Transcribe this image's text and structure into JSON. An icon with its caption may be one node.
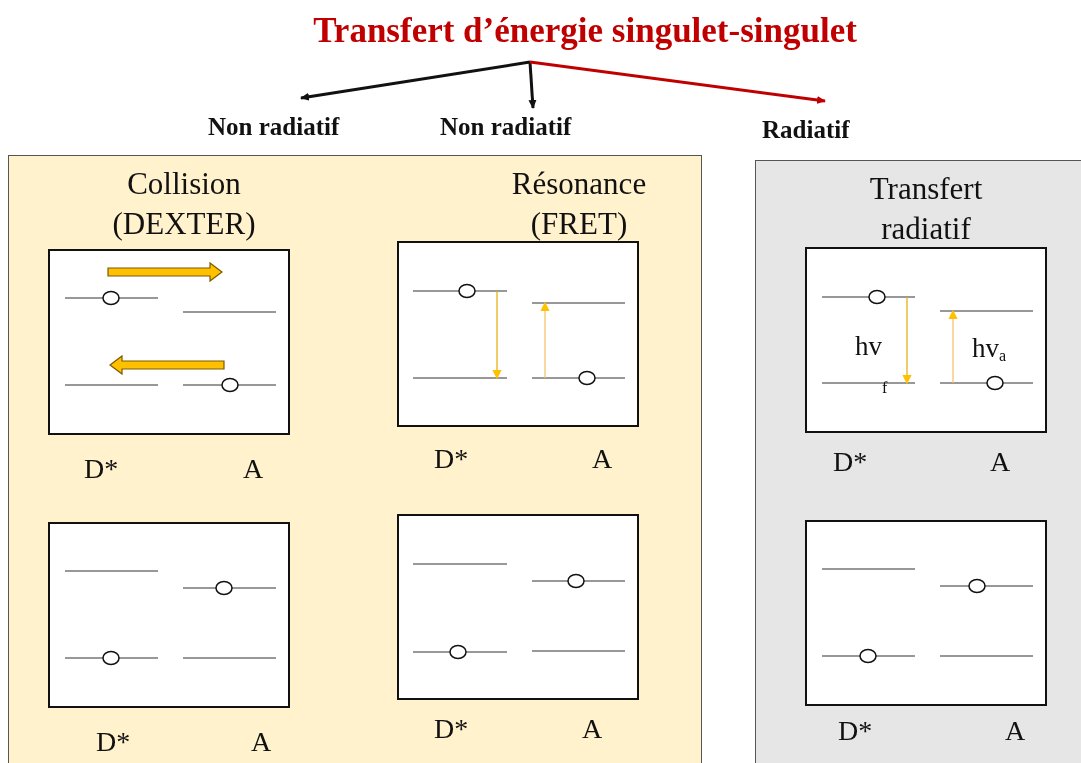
{
  "diagram": {
    "nodes": [
      {
        "text": [
          "Transfert d’énergie singulet-singulet"
        ]
      },
      {
        "text": [
          "Non radiatif"
        ]
      },
      {
        "text": [
          "Non radiatif"
        ]
      },
      {
        "text": [
          "Radiatif"
        ]
      },
      {
        "text": [
          "Collision (DEXTER)",
          "Résonance (FRET)"
        ]
      },
      {
        "text": [
          "Transfert radiatif"
        ]
      },
      {
        "text": [],
        "shape": "box",
        "in": 4,
        "beside": [
          "D*",
          "A"
        ]
      },
      {
        "text": [],
        "shape": "box",
        "in": 4,
        "beside": [
          "D*",
          "A"
        ]
      },
      {
        "text": [
          "hv$_{f}$",
          "hv$_{a}$"
        ],
        "in": 5,
        "beside": [
          "D*",
          "A"
        ]
      },
      {
        "text": [],
        "shape": "box",
        "in": 4,
        "beside": [
          "D*",
          "A"
        ]
      },
      {
        "text": [],
        "shape": "box",
        "in": 4,
        "beside": [
          "D*",
          "A"
        ]
      },
      {
        "text": [],
        "shape": "box",
        "in": 5,
        "beside": [
          "D*",
          "A"
        ]
      }
    ],
    "edges": [
      {
        "from": 0,
        "to": 1,
        "arrow": "to"
      },
      {
        "from": 0,
        "to": 2,
        "arrow": "to"
      },
      {
        "from": 0,
        "to": 3,
        "arrow": "to",
        "color": "#c00000"
      }
    ]
  }
}
